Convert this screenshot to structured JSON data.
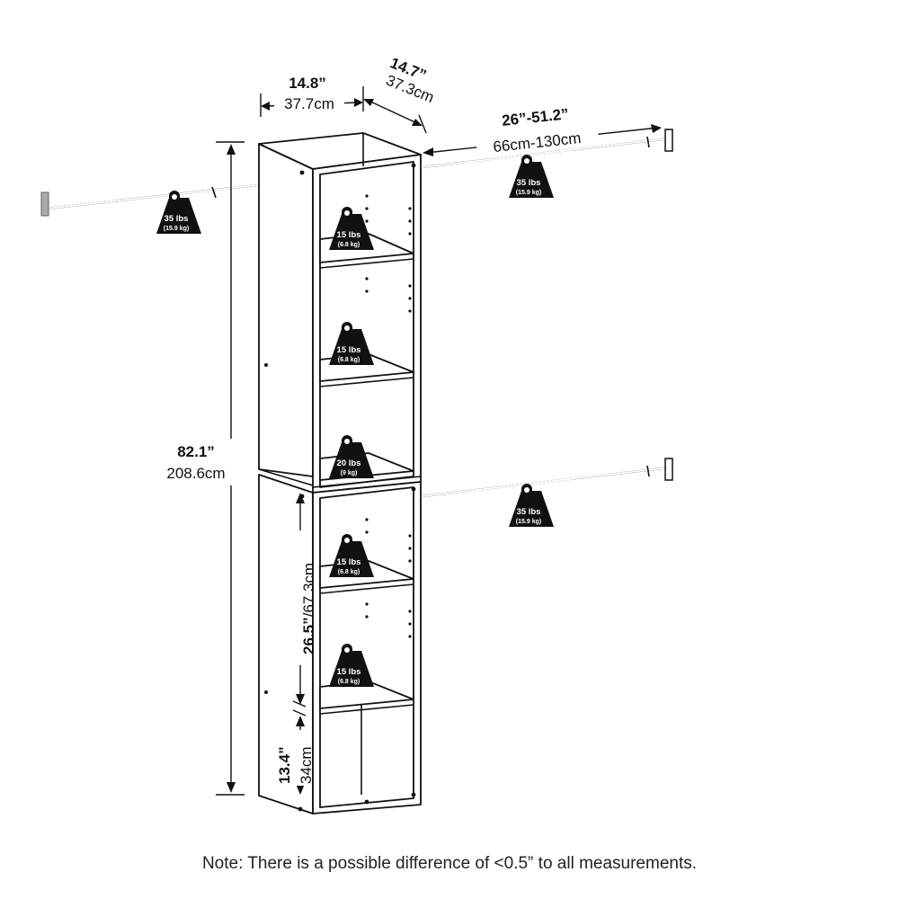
{
  "dimensions": {
    "depth_in": "14.8”",
    "depth_cm": "37.7cm",
    "width_in": "14.7”",
    "width_cm": "37.3cm",
    "rod_in": "26”-51.2”",
    "rod_cm": "66cm-130cm",
    "height_in": "82.1”",
    "height_cm": "208.6cm",
    "section_in": "26.5”",
    "section_cm": "/67.3cm",
    "base_in": "13.4”",
    "base_cm": "34cm"
  },
  "weights": {
    "rod_left": {
      "lbs": "35 lbs",
      "kg": "(15.9 kg)"
    },
    "rod_right_top": {
      "lbs": "35 lbs",
      "kg": "(15.9 kg)"
    },
    "rod_right_bottom": {
      "lbs": "35 lbs",
      "kg": "(15.9 kg)"
    },
    "shelf_1": {
      "lbs": "15 lbs",
      "kg": "(6.8 kg)"
    },
    "shelf_2": {
      "lbs": "15 lbs",
      "kg": "(6.8 kg)"
    },
    "shelf_3": {
      "lbs": "20 lbs",
      "kg": "(9 kg)"
    },
    "shelf_4": {
      "lbs": "15 lbs",
      "kg": "(6.8 kg)"
    },
    "shelf_5": {
      "lbs": "15 lbs",
      "kg": "(6.8 kg)"
    }
  },
  "note": "Note: There is a possible difference of <0.5” to all measurements.",
  "colors": {
    "line": "#111111",
    "background": "#ffffff",
    "weight_fill": "#111111"
  }
}
